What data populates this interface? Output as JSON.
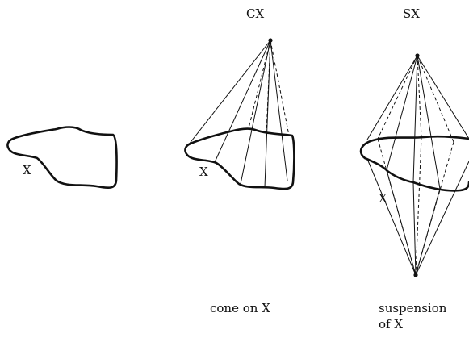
{
  "figure": {
    "panels": [
      {
        "id": "space",
        "space_label": "X"
      },
      {
        "id": "cone",
        "title": "CX",
        "space_label": "X",
        "caption": "cone on X"
      },
      {
        "id": "suspension",
        "title": "SX",
        "space_label": "X",
        "caption_line1": "suspension",
        "caption_line2": "of X"
      }
    ]
  },
  "colors": {
    "ink": "#111111",
    "background": "#ffffff"
  }
}
